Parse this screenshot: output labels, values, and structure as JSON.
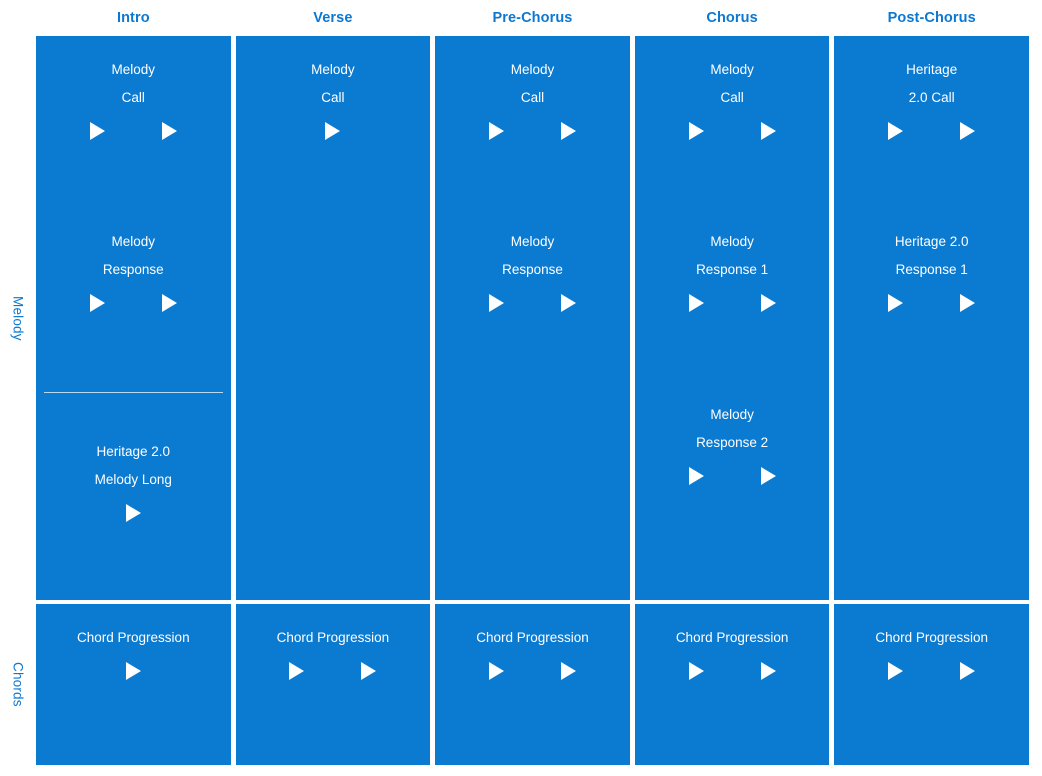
{
  "colors": {
    "panel_blue": "#0b7ad1",
    "accent_blue": "#0b78d1",
    "text_on_panel": "#ffffff",
    "divider": "#b9d9f0",
    "page_background": "#ffffff"
  },
  "row_labels": {
    "melody": "Melody",
    "chords": "Chords"
  },
  "columns": [
    {
      "header": "Intro"
    },
    {
      "header": "Verse"
    },
    {
      "header": "Pre-Chorus"
    },
    {
      "header": "Chorus"
    },
    {
      "header": "Post-Chorus"
    }
  ],
  "melody_row": [
    {
      "column": "Intro",
      "blocks": [
        {
          "lines": [
            "Melody",
            "Call"
          ],
          "play_buttons": 2
        },
        {
          "lines": [
            "Melody",
            "Response"
          ],
          "play_buttons": 2
        },
        {
          "lines": [
            "Heritage 2.0",
            "Melody Long"
          ],
          "play_buttons": 1
        }
      ],
      "has_divider": true
    },
    {
      "column": "Verse",
      "blocks": [
        {
          "lines": [
            "Melody",
            "Call"
          ],
          "play_buttons": 1
        }
      ],
      "has_divider": false
    },
    {
      "column": "Pre-Chorus",
      "blocks": [
        {
          "lines": [
            "Melody",
            "Call"
          ],
          "play_buttons": 2
        },
        {
          "lines": [
            "Melody",
            "Response"
          ],
          "play_buttons": 2
        }
      ],
      "has_divider": false
    },
    {
      "column": "Chorus",
      "blocks": [
        {
          "lines": [
            "Melody",
            "Call"
          ],
          "play_buttons": 2
        },
        {
          "lines": [
            "Melody",
            "Response 1"
          ],
          "play_buttons": 2
        },
        {
          "lines": [
            "Melody",
            "Response 2"
          ],
          "play_buttons": 2
        }
      ],
      "has_divider": false
    },
    {
      "column": "Post-Chorus",
      "blocks": [
        {
          "lines": [
            "Heritage",
            "2.0 Call"
          ],
          "play_buttons": 2
        },
        {
          "lines": [
            "Heritage 2.0",
            "Response 1"
          ],
          "play_buttons": 2
        }
      ],
      "has_divider": false
    }
  ],
  "chords_row": [
    {
      "column": "Intro",
      "label": "Chord Progression",
      "play_buttons": 1
    },
    {
      "column": "Verse",
      "label": "Chord Progression",
      "play_buttons": 2
    },
    {
      "column": "Pre-Chorus",
      "label": "Chord Progression",
      "play_buttons": 2
    },
    {
      "column": "Chorus",
      "label": "Chord Progression",
      "play_buttons": 2
    },
    {
      "column": "Post-Chorus",
      "label": "Chord Progression",
      "play_buttons": 2
    }
  ],
  "icons": {
    "play": "play-icon"
  }
}
